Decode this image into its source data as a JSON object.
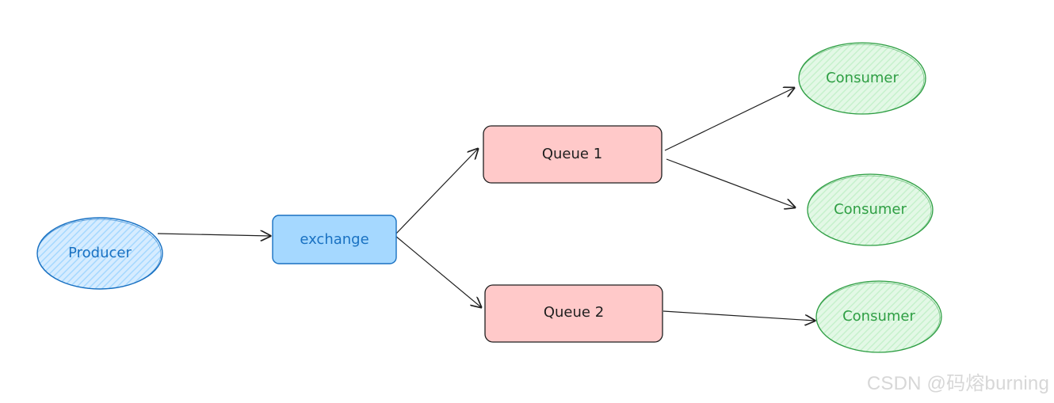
{
  "nodes": {
    "producer": {
      "label": "Producer",
      "fill": "#a5d8ff",
      "stroke": "#1971c2",
      "text": "#1971c2"
    },
    "exchange": {
      "label": "exchange",
      "fill": "#a5d8ff",
      "stroke": "#1971c2",
      "text": "#1971c2"
    },
    "queue1": {
      "label": "Queue 1",
      "fill": "#ffc9c9",
      "stroke": "#1e1e1e",
      "text": "#1e1e1e"
    },
    "queue2": {
      "label": "Queue 2",
      "fill": "#ffc9c9",
      "stroke": "#1e1e1e",
      "text": "#1e1e1e"
    },
    "consumer1": {
      "label": "Consumer",
      "fill": "#b2f2bb",
      "stroke": "#2f9e44",
      "text": "#2f9e44"
    },
    "consumer2": {
      "label": "Consumer",
      "fill": "#b2f2bb",
      "stroke": "#2f9e44",
      "text": "#2f9e44"
    },
    "consumer3": {
      "label": "Consumer",
      "fill": "#b2f2bb",
      "stroke": "#2f9e44",
      "text": "#2f9e44"
    }
  },
  "edges": [
    {
      "from": "producer",
      "to": "exchange"
    },
    {
      "from": "exchange",
      "to": "queue1"
    },
    {
      "from": "exchange",
      "to": "queue2"
    },
    {
      "from": "queue1",
      "to": "consumer1"
    },
    {
      "from": "queue1",
      "to": "consumer2"
    },
    {
      "from": "queue2",
      "to": "consumer3"
    }
  ],
  "watermark": "CSDN @码熔burning"
}
